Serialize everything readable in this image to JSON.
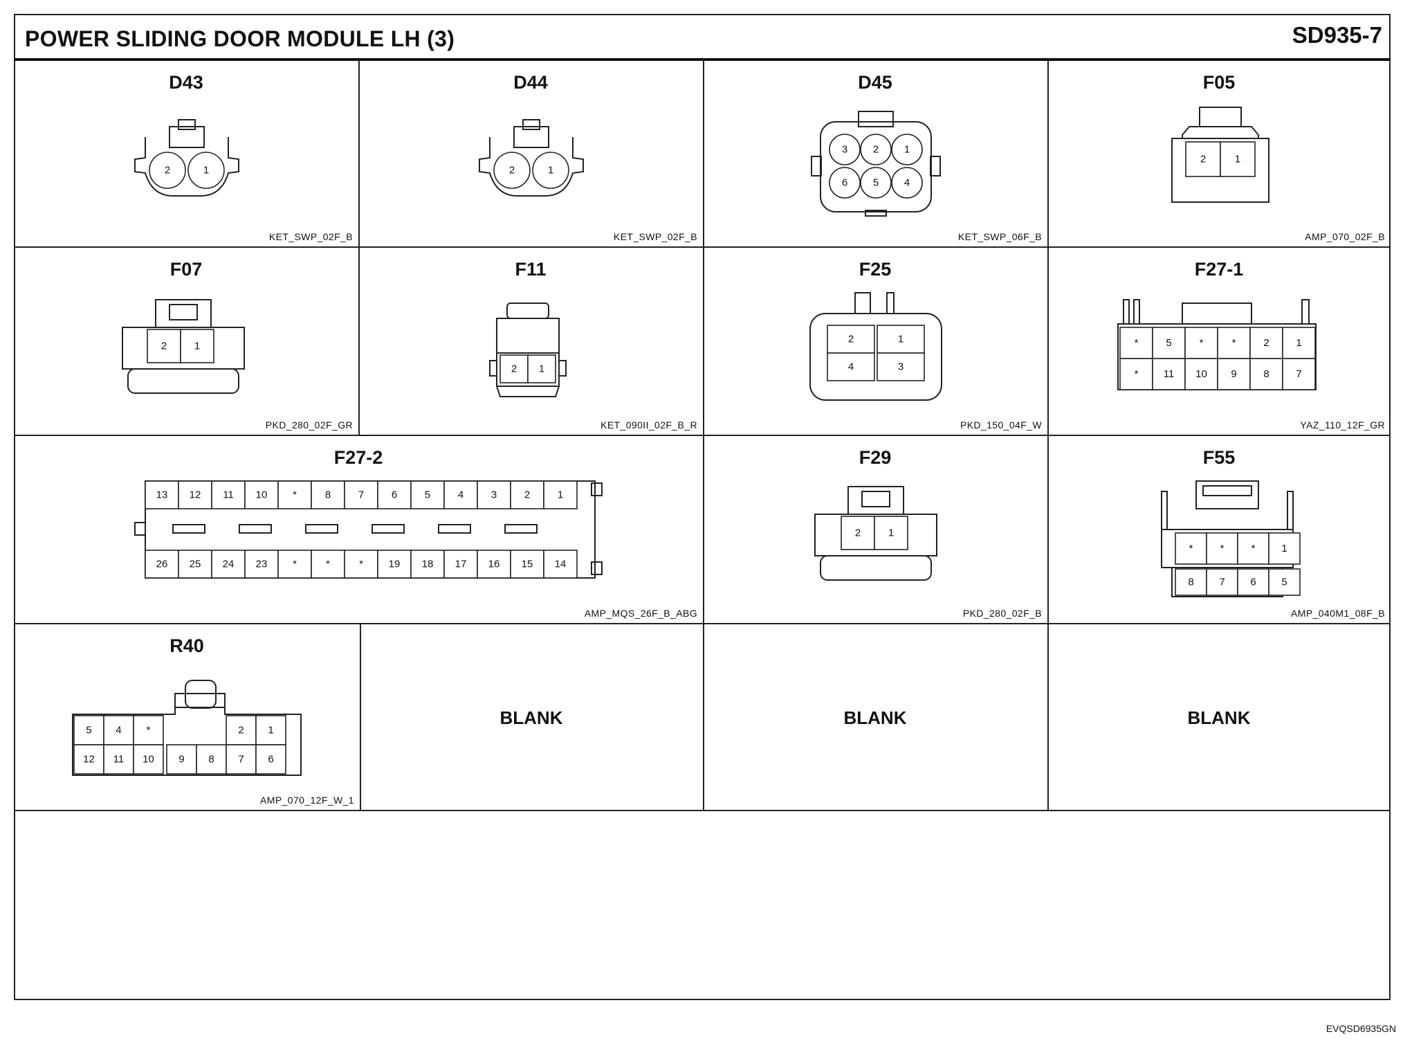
{
  "header": {
    "title": "POWER SLIDING DOOR MODULE LH (3)",
    "code": "SD935-7"
  },
  "footer": {
    "code": "EVQSD6935GN"
  },
  "blank_label": "BLANK",
  "connectors": [
    {
      "id": "D43",
      "part": "KET_SWP_02F_B",
      "rows": [
        [
          "2",
          "1"
        ]
      ]
    },
    {
      "id": "D44",
      "part": "KET_SWP_02F_B",
      "rows": [
        [
          "2",
          "1"
        ]
      ]
    },
    {
      "id": "D45",
      "part": "KET_SWP_06F_B",
      "rows": [
        [
          "3",
          "2",
          "1"
        ],
        [
          "6",
          "5",
          "4"
        ]
      ]
    },
    {
      "id": "F05",
      "part": "AMP_070_02F_B",
      "rows": [
        [
          "2",
          "1"
        ]
      ]
    },
    {
      "id": "F07",
      "part": "PKD_280_02F_GR",
      "rows": [
        [
          "2",
          "1"
        ]
      ]
    },
    {
      "id": "F11",
      "part": "KET_090II_02F_B_R",
      "rows": [
        [
          "2",
          "1"
        ]
      ]
    },
    {
      "id": "F25",
      "part": "PKD_150_04F_W",
      "rows": [
        [
          "2",
          "1"
        ],
        [
          "4",
          "3"
        ]
      ]
    },
    {
      "id": "F27-1",
      "part": "YAZ_110_12F_GR",
      "rows": [
        [
          "*",
          "5",
          "*",
          "*",
          "2",
          "1"
        ],
        [
          "*",
          "11",
          "10",
          "9",
          "8",
          "7"
        ]
      ]
    },
    {
      "id": "F27-2",
      "part": "AMP_MQS_26F_B_ABG",
      "rows": [
        [
          "13",
          "12",
          "11",
          "10",
          "*",
          "8",
          "7",
          "6",
          "5",
          "4",
          "3",
          "2",
          "1"
        ],
        [
          "26",
          "25",
          "24",
          "23",
          "*",
          "*",
          "*",
          "19",
          "18",
          "17",
          "16",
          "15",
          "14"
        ]
      ]
    },
    {
      "id": "F29",
      "part": "PKD_280_02F_B",
      "rows": [
        [
          "2",
          "1"
        ]
      ]
    },
    {
      "id": "F55",
      "part": "AMP_040M1_08F_B",
      "rows": [
        [
          "*",
          "*",
          "*",
          "1"
        ],
        [
          "8",
          "7",
          "6",
          "5"
        ]
      ]
    },
    {
      "id": "R40",
      "part": "AMP_070_12F_W_1",
      "rows": [
        [
          "5",
          "4",
          "*",
          "2",
          "1"
        ],
        [
          "12",
          "11",
          "10",
          "9",
          "8",
          "7",
          "6"
        ]
      ]
    }
  ],
  "icons": {
    "connector": "connector-face-icon"
  }
}
